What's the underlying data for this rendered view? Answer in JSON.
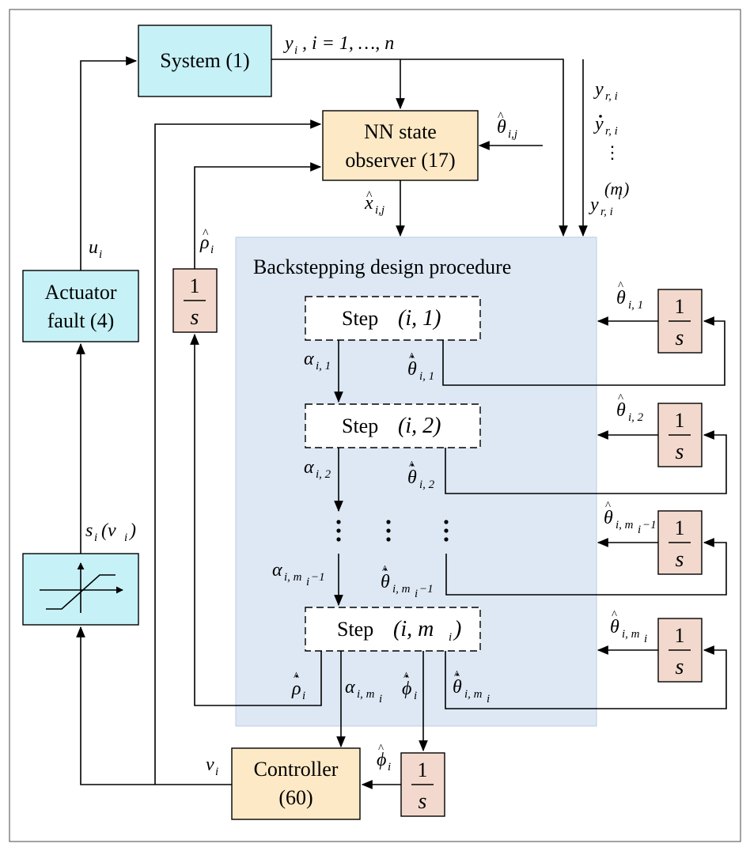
{
  "blocks": {
    "system": "System (1)",
    "nn_observer_line1": "NN state",
    "nn_observer_line2": "observer (17)",
    "actuator_line1": "Actuator",
    "actuator_line2": "fault (4)",
    "controller_line1": "Controller",
    "controller_line2": "(60)",
    "backstepping_title": "Backstepping design procedure",
    "step_word": "Step",
    "step1_args": "(i, 1)",
    "step2_args": "(i, 2)",
    "stepm_args": "(i, m",
    "integrator_num": "1",
    "integrator_den": "s"
  },
  "signals": {
    "y_out": "y",
    "y_out_sub": "i",
    "y_out_range": ", i = 1, …, n",
    "theta_hat": "θ",
    "xhat": "x",
    "xhat_sub": "i,j",
    "theta_ij_sub": "i,j",
    "u": "u",
    "u_sub": "i",
    "rho": "ρ",
    "rho_sub": "i",
    "phi": "ϕ",
    "phi_sub": "i",
    "v": "v",
    "v_sub": "i",
    "s_func": "s",
    "s_func_arg": "(v",
    "yr": "y",
    "yr_sub": "r, i",
    "yr_m": "(m",
    "yr_m_sub": "i",
    "alpha": "α",
    "alpha1_sub": "i, 1",
    "alpha2_sub": "i, 2",
    "alpham1_sub": "i, m",
    "alpham1_tail": "−1",
    "alpham_sub": "i, m",
    "theta1_sub": "i, 1",
    "theta2_sub": "i, 2",
    "thetam1_sub": "i, m",
    "thetam_sub": "i, m",
    "m_sub_sub": "i",
    "vdots": "⋮"
  },
  "colors": {
    "system_fill": "#c6f1f7",
    "observer_fill": "#fde9c6",
    "integrator_fill": "#f3d9cd",
    "backstep_fill": "#dde8f4",
    "backstep_border": "#b9cde2"
  }
}
